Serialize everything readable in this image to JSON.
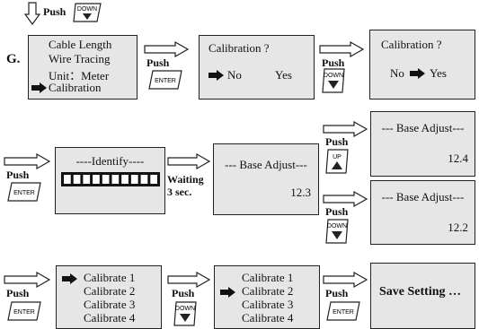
{
  "step_label": "G.",
  "push_label": "Push",
  "keys": {
    "down": "DOWN",
    "up": "UP",
    "enter": "ENTER"
  },
  "menu": [
    "Cable Length",
    "Wire Tracing",
    "Unit：Meter",
    "Calibration"
  ],
  "calibration_prompt": {
    "title": "Calibration ?",
    "no": "No",
    "yes": "Yes"
  },
  "identify": {
    "title": "----Identify----",
    "segments": 10
  },
  "waiting": {
    "line1": "Waiting",
    "line2": "3 sec."
  },
  "base_adjust": {
    "title_center": "--- Base Adjust---",
    "title_right": "--- Base Adjust---",
    "value_initial": "12.3",
    "value_up": "12.4",
    "value_down": "12.2"
  },
  "calibrate_items": [
    "Calibrate 1",
    "Calibrate 2",
    "Calibrate 3",
    "Calibrate 4"
  ],
  "save_setting": "Save Setting …"
}
